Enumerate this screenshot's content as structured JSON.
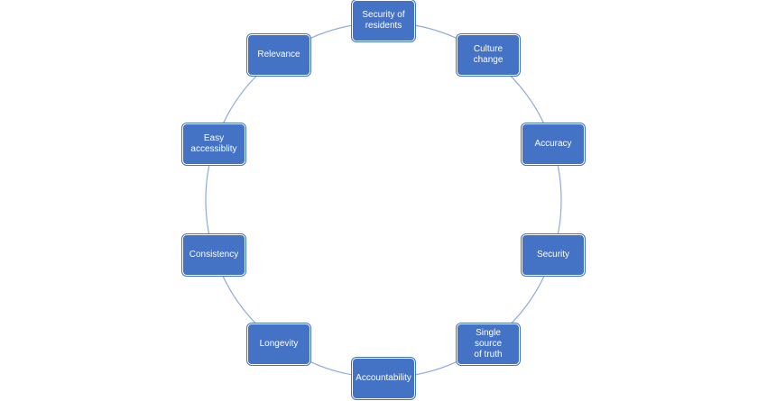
{
  "diagram": {
    "type": "cycle",
    "colors": {
      "node_fill": "#4472c4",
      "node_text": "#ffffff",
      "ring_line": "#8eaadb"
    },
    "nodes": [
      {
        "id": "security-of-residents",
        "label": "Security of\nresidents"
      },
      {
        "id": "culture-change",
        "label": "Culture\nchange"
      },
      {
        "id": "accuracy",
        "label": "Accuracy"
      },
      {
        "id": "security",
        "label": "Security"
      },
      {
        "id": "single-source-of-truth",
        "label": "Single source\nof truth"
      },
      {
        "id": "accountability",
        "label": "Accountability"
      },
      {
        "id": "longevity",
        "label": "Longevity"
      },
      {
        "id": "consistency",
        "label": "Consistency"
      },
      {
        "id": "easy-accessibility",
        "label": "Easy\naccessiblity"
      },
      {
        "id": "relevance",
        "label": "Relevance"
      }
    ]
  }
}
